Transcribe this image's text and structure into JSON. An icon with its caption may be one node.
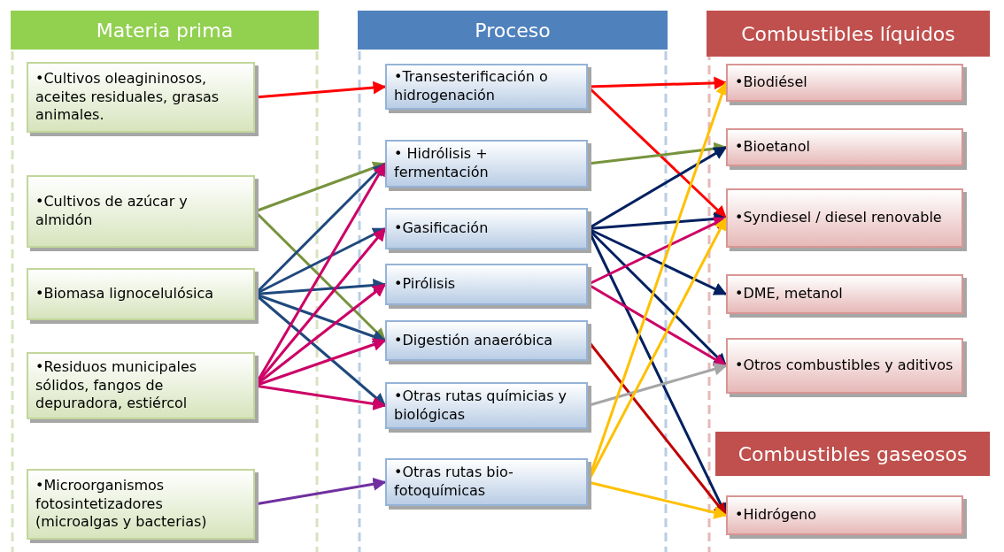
{
  "diagram": {
    "nodes": [
      {
        "text": [
          "Materia prima"
        ]
      },
      {
        "text": [
          "Proceso"
        ]
      },
      {
        "text": [
          "Combustibles líquidos"
        ]
      },
      {
        "text": [
          "•Cultivos oleagininosos, aceites residuales, grasas animales."
        ]
      },
      {
        "text": [
          "•Cultivos de azúcar y almidón"
        ]
      },
      {
        "text": [
          "•Biomasa lignocelulósica"
        ]
      },
      {
        "text": [
          "•Residuos municipales sólidos, fangos de depuradora, estiércol"
        ]
      },
      {
        "text": [
          "•Microorganismos fotosintetizadores (microalgas y bacterias)"
        ]
      },
      {
        "text": [
          "•Transesterificación o hidrogenación"
        ]
      },
      {
        "text": [
          "• Hidrólisis + fermentación"
        ]
      },
      {
        "text": [
          "•Gasificación"
        ]
      },
      {
        "text": [
          "•Pirólisis"
        ]
      },
      {
        "text": [
          "•Digestión anaeróbica"
        ]
      },
      {
        "text": [
          "•Otras rutas químicias y biológicas"
        ]
      },
      {
        "text": [
          "•Otras rutas bio-fotoquímicas"
        ]
      },
      {
        "text": [
          "•Biodiésel"
        ]
      },
      {
        "text": [
          "•Bioetanol"
        ]
      },
      {
        "text": [
          "•Syndiesel / diesel renovable"
        ]
      },
      {
        "text": [
          "•DME, metanol"
        ]
      },
      {
        "text": [
          "•Otros combustibles y aditivos"
        ]
      },
      {
        "text": [
          "Combustibles gaseosos"
        ]
      },
      {
        "text": [
          "•Hidrógeno"
        ]
      }
    ],
    "edges": [
      {
        "from": 3,
        "to": 8,
        "arrow": "to",
        "color": "#ff0000"
      },
      {
        "from": 4,
        "to": 9,
        "arrow": "to",
        "color": "#77933c"
      },
      {
        "from": 4,
        "to": 12,
        "arrow": "to",
        "color": "#77933c"
      },
      {
        "from": 5,
        "to": 9,
        "arrow": "to",
        "color": "#1f497d"
      },
      {
        "from": 5,
        "to": 10,
        "arrow": "to",
        "color": "#1f497d"
      },
      {
        "from": 5,
        "to": 11,
        "arrow": "to",
        "color": "#1f497d"
      },
      {
        "from": 5,
        "to": 12,
        "arrow": "to",
        "color": "#1f497d"
      },
      {
        "from": 5,
        "to": 13,
        "arrow": "to",
        "color": "#1f497d"
      },
      {
        "from": 6,
        "to": 9,
        "arrow": "to",
        "color": "#cc0066"
      },
      {
        "from": 6,
        "to": 10,
        "arrow": "to",
        "color": "#cc0066"
      },
      {
        "from": 6,
        "to": 11,
        "arrow": "to",
        "color": "#cc0066"
      },
      {
        "from": 6,
        "to": 12,
        "arrow": "to",
        "color": "#cc0066"
      },
      {
        "from": 6,
        "to": 13,
        "arrow": "to",
        "color": "#cc0066"
      },
      {
        "from": 7,
        "to": 14,
        "arrow": "to",
        "color": "#7030a0"
      },
      {
        "from": 8,
        "to": 15,
        "arrow": "to",
        "color": "#ff0000"
      },
      {
        "from": 8,
        "to": 17,
        "arrow": "to",
        "color": "#ff0000"
      },
      {
        "from": 9,
        "to": 16,
        "arrow": "to",
        "color": "#77933c"
      },
      {
        "from": 10,
        "to": 16,
        "arrow": "to",
        "color": "#002060"
      },
      {
        "from": 10,
        "to": 17,
        "arrow": "to",
        "color": "#002060"
      },
      {
        "from": 10,
        "to": 18,
        "arrow": "to",
        "color": "#002060"
      },
      {
        "from": 10,
        "to": 19,
        "arrow": "to",
        "color": "#002060"
      },
      {
        "from": 10,
        "to": 21,
        "arrow": "to",
        "color": "#002060"
      },
      {
        "from": 11,
        "to": 17,
        "arrow": "to",
        "color": "#cc0066"
      },
      {
        "from": 11,
        "to": 19,
        "arrow": "to",
        "color": "#cc0066"
      },
      {
        "from": 12,
        "to": 21,
        "arrow": "to",
        "color": "#c00000"
      },
      {
        "from": 13,
        "to": 19,
        "arrow": "to",
        "color": "#a6a6a6"
      },
      {
        "from": 14,
        "to": 15,
        "arrow": "to",
        "color": "#ffc000"
      },
      {
        "from": 14,
        "to": 17,
        "arrow": "to",
        "color": "#ffc000"
      },
      {
        "from": 14,
        "to": 21,
        "arrow": "to",
        "color": "#ffc000"
      }
    ]
  }
}
